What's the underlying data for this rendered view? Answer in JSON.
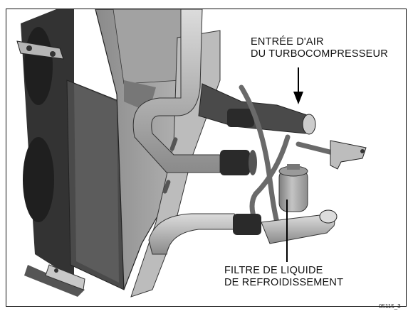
{
  "callouts": {
    "air_intake": {
      "line1": "ENTRÉE D'AIR",
      "line2": "DU TURBOCOMPRESSEUR"
    },
    "coolant_filter": {
      "line1": "FILTRE DE LIQUIDE",
      "line2": "DE REFROIDISSEMENT"
    }
  },
  "figure_id": "05115_3",
  "colors": {
    "border": "#111111",
    "metal_light": "#c9c9c9",
    "metal_mid": "#a8a8a8",
    "metal_dark": "#6f6f6f",
    "rubber": "#2a2a2a",
    "core_dark": "#3d3d3d"
  }
}
